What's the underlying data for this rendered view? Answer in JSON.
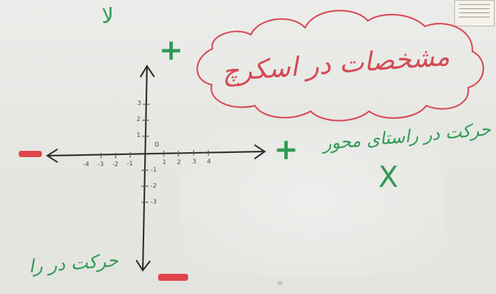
{
  "board": {
    "title": "مشخصات در اسکرچ",
    "corner_mark": "لا",
    "axis_x_caption": "حرکت در راستای محور",
    "cross_mark": "X",
    "bottom_caption": "حرکت در را",
    "plus_top": "+",
    "plus_right": "+",
    "origin_label": "0",
    "tick_labels_x": [
      "1",
      "2",
      "3",
      "4",
      "-1",
      "-2",
      "-3",
      "-4"
    ],
    "tick_labels_y": [
      "1",
      "2",
      "3",
      "-1",
      "-2",
      "-3"
    ]
  },
  "colors": {
    "cloud_stroke": "#d84b57",
    "axis_ink": "#2f2f2f",
    "green_ink": "#2f9b55",
    "red_ink": "#e0444a",
    "board_bg": "#e6e7e3"
  }
}
